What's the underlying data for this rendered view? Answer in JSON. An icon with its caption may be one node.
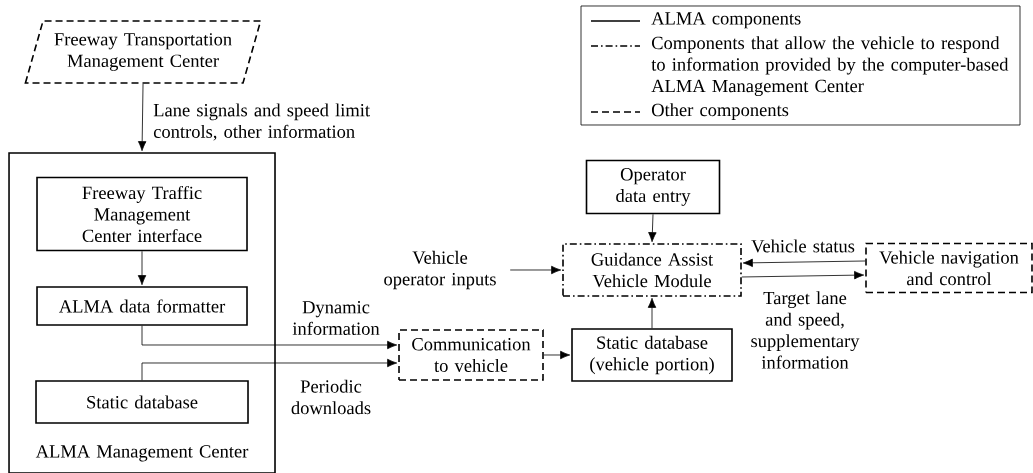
{
  "diagram": {
    "nodes": [
      {
        "text": [
          "Freeway Transportation Management Center"
        ]
      },
      {
        "text": [
          "ALMA Management Center"
        ]
      },
      {
        "text": [
          "Freeway Traffic Management Center interface"
        ],
        "in": 1
      },
      {
        "text": [
          "ALMA data formatter"
        ],
        "in": 1
      },
      {
        "text": [
          "Static database"
        ],
        "in": 1
      },
      {
        "text": [
          "Operator data entry"
        ]
      },
      {
        "text": [
          "Vehicle operator inputs"
        ]
      },
      {
        "text": [
          "Guidance Assist Vehicle Module"
        ]
      },
      {
        "text": [
          "Vehicle navigation and control"
        ]
      },
      {
        "text": [
          "Communication to vehicle"
        ]
      },
      {
        "text": [
          "Static database (vehicle portion)"
        ]
      }
    ],
    "edges": [
      {
        "from": 0,
        "to": 1,
        "arrow": "to",
        "label": "Lane signals and speed limit controls, other information"
      },
      {
        "from": 2,
        "to": 3,
        "arrow": "to"
      },
      {
        "from": 3,
        "to": 9,
        "arrow": "to",
        "label": "Dynamic information"
      },
      {
        "from": 4,
        "to": 9,
        "arrow": "to",
        "label": "Periodic downloads"
      },
      {
        "from": 6,
        "to": 7,
        "arrow": "to"
      },
      {
        "from": 5,
        "to": 7,
        "arrow": "to"
      },
      {
        "from": 10,
        "to": 7,
        "arrow": "to"
      },
      {
        "from": 8,
        "to": 7,
        "arrow": "to",
        "label": "Vehicle status"
      },
      {
        "from": 7,
        "to": 8,
        "arrow": "to",
        "label": "Target lane and speed, supplementary information"
      },
      {
        "from": 9,
        "to": 10,
        "arrow": "to"
      }
    ],
    "legend": [
      {
        "text": "ALMA components"
      },
      {
        "text": "Components that allow the vehicle to respond to information provided by the computer-based ALMA Management Center"
      },
      {
        "text": "Other components"
      }
    ]
  }
}
